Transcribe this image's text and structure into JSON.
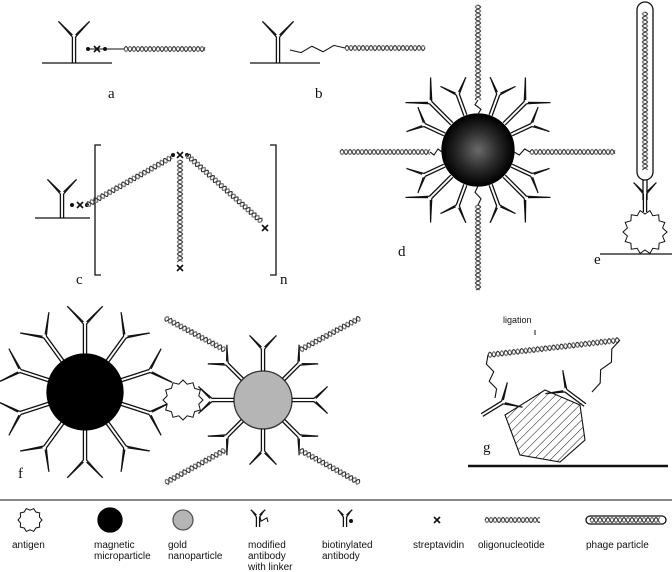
{
  "panels": {
    "a": "a",
    "b": "b",
    "c": "c",
    "d": "d",
    "e": "e",
    "f": "f",
    "g": "g",
    "n": "n"
  },
  "annotations": {
    "ligation": "ligation"
  },
  "legend": [
    {
      "key": "antigen",
      "lines": [
        "antigen"
      ]
    },
    {
      "key": "magnetic",
      "lines": [
        "magnetic",
        "microparticle"
      ]
    },
    {
      "key": "gold",
      "lines": [
        "gold",
        "nanoparticle"
      ]
    },
    {
      "key": "modified",
      "lines": [
        "modified",
        "antibody",
        "with linker"
      ]
    },
    {
      "key": "biotinylated",
      "lines": [
        "biotinylated",
        "antibody"
      ]
    },
    {
      "key": "streptavidin",
      "lines": [
        "streptavidin"
      ]
    },
    {
      "key": "oligo",
      "lines": [
        "oligonucleotide"
      ]
    },
    {
      "key": "phage",
      "lines": [
        "phage particle"
      ]
    }
  ],
  "colors": {
    "stroke": "#111111",
    "magnetic_particle": "#000000",
    "gold_particle": "#b5b5b5",
    "dna": "#7a7a7a"
  }
}
